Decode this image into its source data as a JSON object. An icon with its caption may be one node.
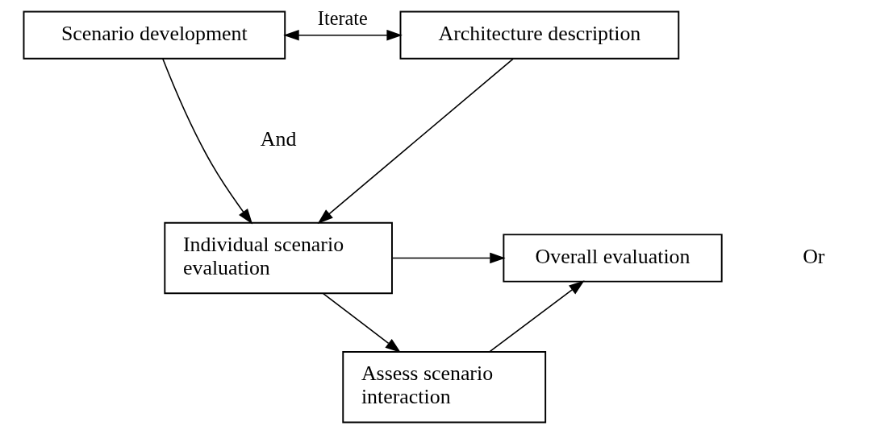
{
  "diagram": {
    "nodes": [
      {
        "text": [
          "Scenario development"
        ]
      },
      {
        "text": [
          "Architecture description"
        ]
      },
      {
        "text": [
          "Individual scenario evaluation"
        ]
      },
      {
        "text": [
          "Overall evaluation"
        ]
      },
      {
        "text": [
          "Assess scenario interaction"
        ]
      }
    ],
    "edges": [
      {
        "from": 0,
        "to": 1,
        "arrow": "both",
        "label": "Iterate"
      },
      {
        "from": 0,
        "to": 2,
        "arrow": "to"
      },
      {
        "from": 1,
        "to": 2,
        "arrow": "to"
      },
      {
        "from": 2,
        "to": 3,
        "arrow": "to"
      },
      {
        "from": 2,
        "to": 4,
        "arrow": "to"
      },
      {
        "from": 4,
        "to": 3,
        "arrow": "to"
      }
    ],
    "labels": [
      "And",
      "Or"
    ]
  }
}
